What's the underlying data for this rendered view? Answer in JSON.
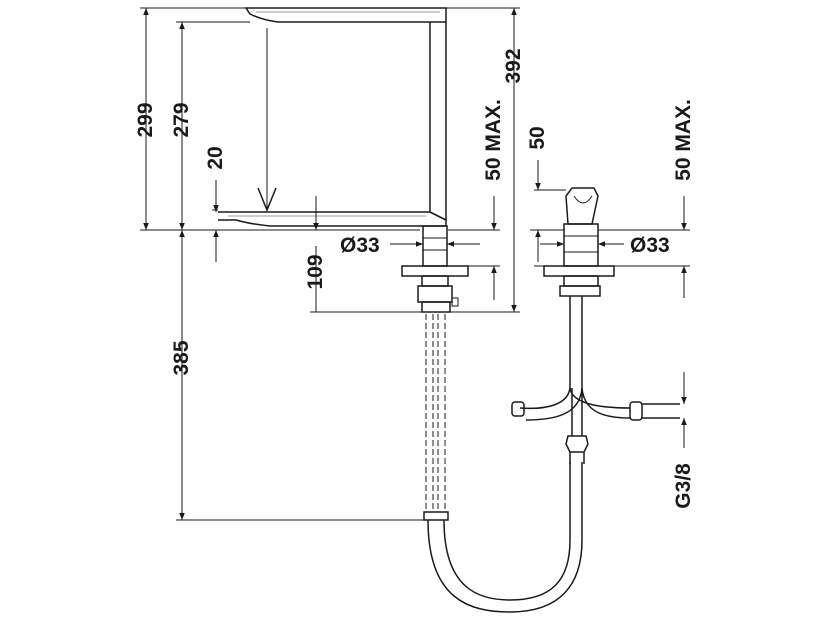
{
  "dimensions": {
    "d299": "299",
    "d279": "279",
    "d20": "20",
    "d392": "392",
    "d50max_left": "50 MAX.",
    "d33_left": "Ø33",
    "d109": "109",
    "d385": "385",
    "d50": "50",
    "d50max_right": "50 MAX.",
    "d33_right": "Ø33",
    "g38": "G3/8"
  }
}
